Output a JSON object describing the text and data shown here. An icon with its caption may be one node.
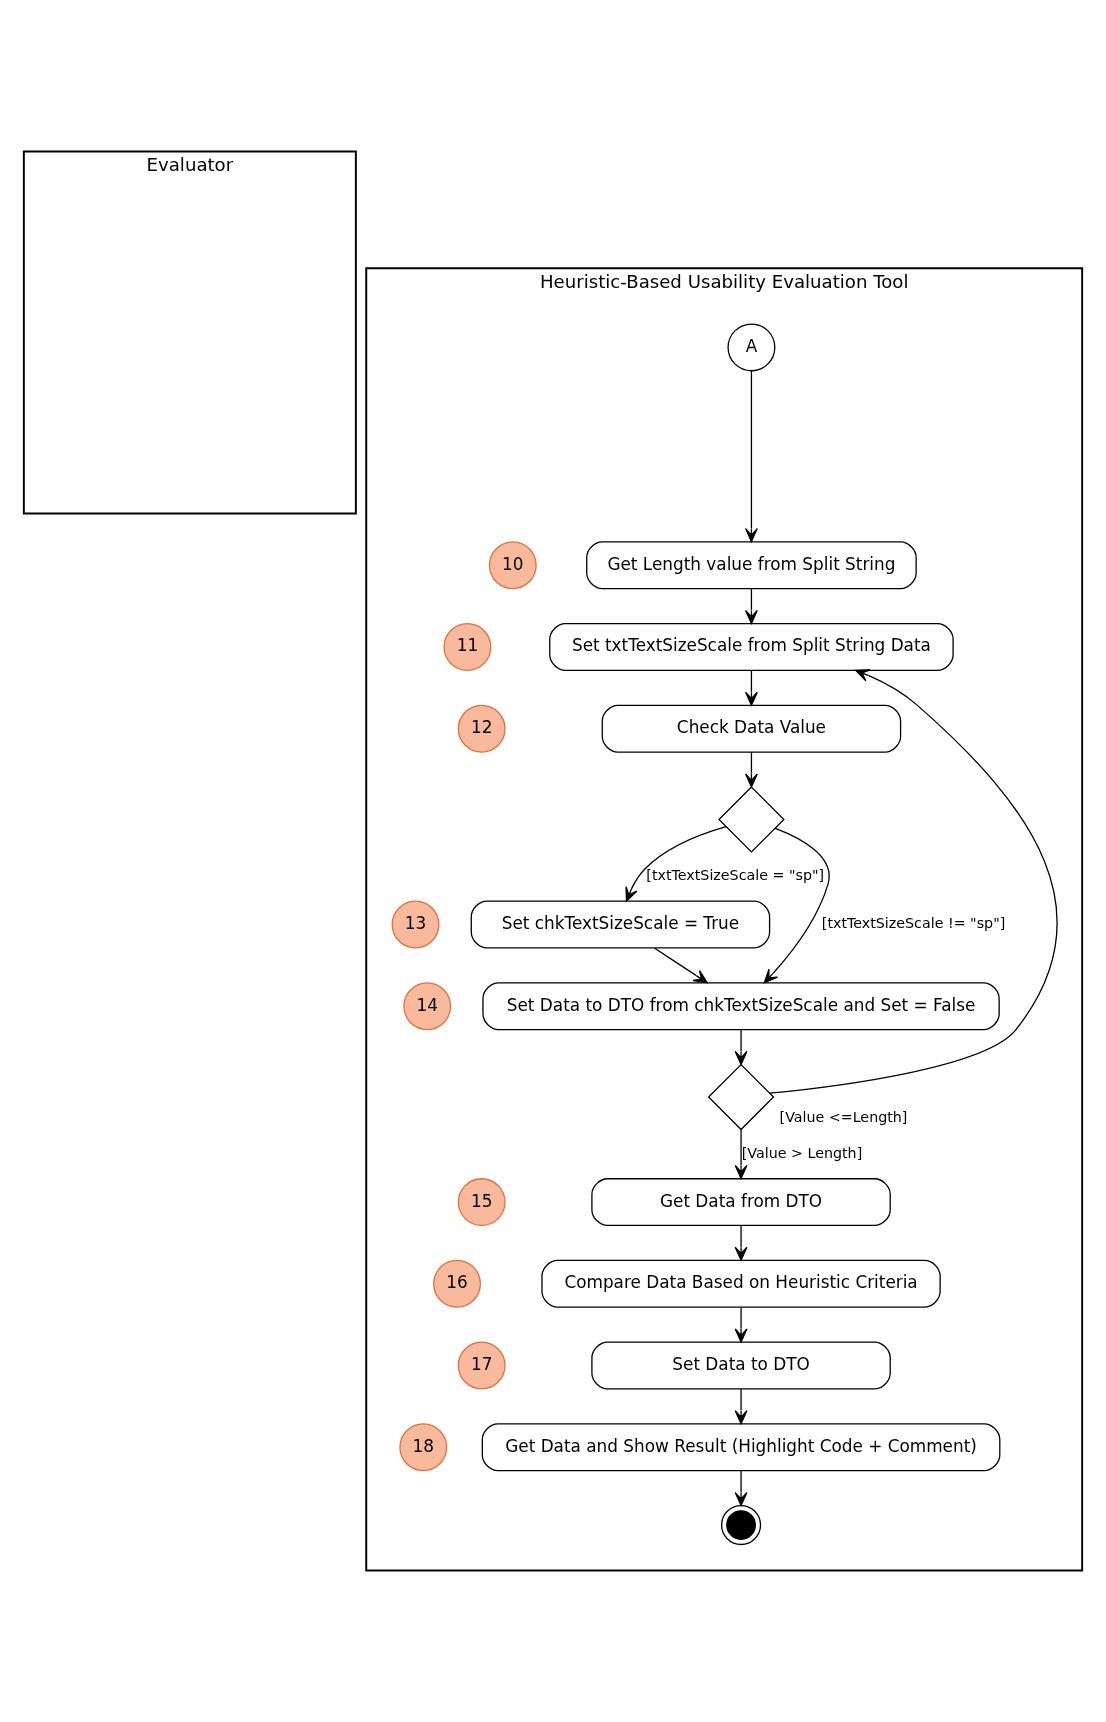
{
  "diagram": {
    "nodes": [
      {
        "text": [
          "Evaluator"
        ]
      },
      {
        "text": [
          "Heuristic-Based Usability Evaluation Tool"
        ]
      },
      {
        "text": [
          "A"
        ],
        "in": 1
      },
      {
        "text": [
          "Get Length value from Split String"
        ],
        "in": 1
      },
      {
        "text": [
          "10"
        ],
        "in": 1
      },
      {
        "text": [
          "Set txtTextSizeScale from Split String Data"
        ],
        "in": 1
      },
      {
        "text": [
          "11"
        ],
        "in": 1
      },
      {
        "text": [
          "Check Data Value"
        ],
        "in": 1
      },
      {
        "text": [
          "12"
        ],
        "in": 1
      },
      {
        "text": [],
        "shape": "diamond",
        "in": 1
      },
      {
        "text": [
          "Set chkTextSizeScale = True"
        ],
        "in": 1
      },
      {
        "text": [
          "13"
        ],
        "in": 1
      },
      {
        "text": [
          "14"
        ],
        "in": 1
      },
      {
        "text": [
          "Set Data to DTO from chkTextSizeScale and Set = False"
        ],
        "in": 1
      },
      {
        "text": [],
        "shape": "diamond",
        "in": 1
      },
      {
        "text": [
          "Get Data from DTO"
        ],
        "in": 1
      },
      {
        "text": [
          "15"
        ],
        "in": 1
      },
      {
        "text": [
          "Compare Data Based on Heuristic Criteria"
        ],
        "in": 1
      },
      {
        "text": [
          "16"
        ],
        "in": 1
      },
      {
        "text": [
          "Set Data to DTO"
        ],
        "in": 1
      },
      {
        "text": [
          "17"
        ],
        "in": 1
      },
      {
        "text": [
          "Get Data and Show Result (Highlight Code + Comment)"
        ],
        "in": 1
      },
      {
        "text": [
          "18"
        ],
        "in": 1
      },
      {
        "text": [],
        "shape": "circle",
        "in": 1
      }
    ],
    "edges": [
      {
        "from": 2,
        "to": 3,
        "arrow": "to"
      },
      {
        "from": 3,
        "to": 5,
        "arrow": "to"
      },
      {
        "from": 5,
        "to": 7,
        "arrow": "to"
      },
      {
        "from": 7,
        "to": 9,
        "arrow": "to"
      },
      {
        "from": 9,
        "to": 10,
        "arrow": "to",
        "label": "[txtTextSizeScale = \"sp\"]"
      },
      {
        "from": 9,
        "to": 13,
        "arrow": "to",
        "label": "[txtTextSizeScale != \"sp\"]"
      },
      {
        "from": 10,
        "to": 13,
        "arrow": "to"
      },
      {
        "from": 13,
        "to": 14,
        "arrow": "to"
      },
      {
        "from": 14,
        "to": 5,
        "arrow": "to",
        "label": "[Value <=Length]"
      },
      {
        "from": 14,
        "to": 15,
        "arrow": "to",
        "label": "[Value > Length]"
      },
      {
        "from": 15,
        "to": 17,
        "arrow": "to"
      },
      {
        "from": 17,
        "to": 19,
        "arrow": "to"
      },
      {
        "from": 19,
        "to": 21,
        "arrow": "to"
      },
      {
        "from": 21,
        "to": 23,
        "arrow": "to"
      }
    ]
  }
}
